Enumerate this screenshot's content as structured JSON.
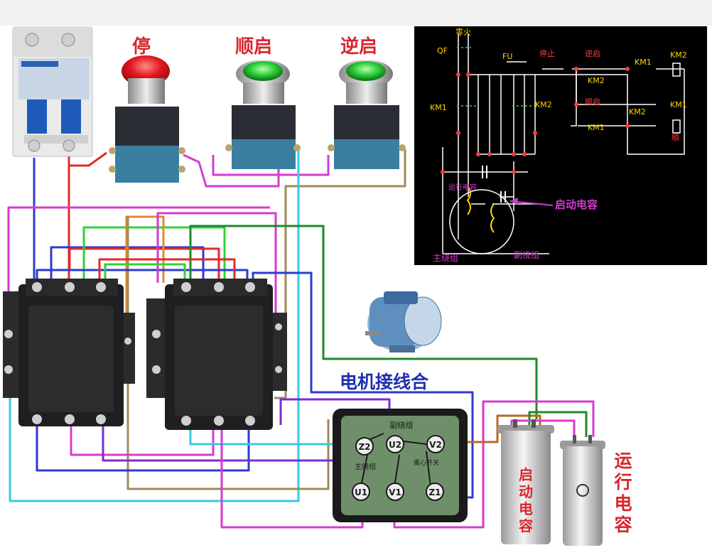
{
  "buttons": {
    "stop_label": "停",
    "forward_label": "顺启",
    "reverse_label": "逆启"
  },
  "junction_box": {
    "title": "电机接线合",
    "aux_winding_label": "副绕组",
    "main_winding_label": "主绕组",
    "centrifugal_switch_label": "离心开关",
    "terminals": [
      "Z2",
      "U2",
      "V2",
      "U1",
      "V1",
      "Z1"
    ]
  },
  "capacitors": {
    "start_label": "启动电容",
    "run_label": "运行电容"
  },
  "schematic": {
    "single_fire": "零火",
    "qf": "QF",
    "fu": "FU",
    "stop": "停止",
    "reverse_start": "逆启",
    "forward_start": "顺启",
    "km1": "KM1",
    "km2": "KM2",
    "forward_lamp": "顺",
    "run_cap": "运行电容",
    "start_cap": "启动电容",
    "main_winding": "主绕组",
    "aux_winding": "副绕组"
  },
  "colors": {
    "wire_blue": "#2b3bd0",
    "wire_red": "#e02a2a",
    "wire_magenta": "#d63bcf",
    "wire_cyan": "#37c9e6",
    "wire_green": "#2fd13a",
    "wire_orange": "#e08a30",
    "wire_tan": "#a08a5a",
    "wire_dkgreen": "#1f8a2a",
    "wire_purple": "#7b2bd0",
    "schematic_line": "#ffffff",
    "schematic_red": "#ff3b3b",
    "schematic_yellow": "#ffd400",
    "schematic_green": "#38d63a",
    "title_red": "#d8262e",
    "title_blue": "#1e2fb0"
  }
}
